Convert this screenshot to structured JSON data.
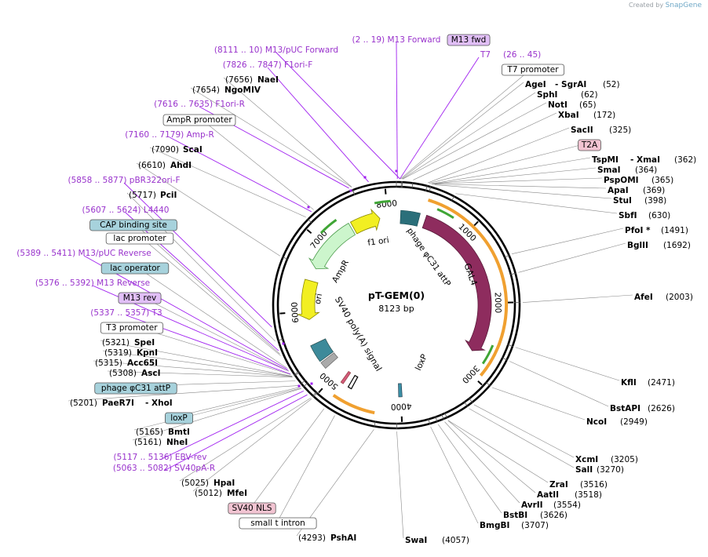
{
  "brand": {
    "created_by": "Created by",
    "name": "SnapGene"
  },
  "plasmid": {
    "name": "pT-GEM(0)",
    "size": "8123 bp"
  },
  "colors": {
    "primer": "#9933cc",
    "enzyme": "#000000",
    "line": "#777777",
    "accent": "#a020f0"
  },
  "ticks": [
    "1000",
    "2000",
    "3000",
    "4000",
    "5000",
    "6000",
    "7000",
    "8000"
  ],
  "features": [
    {
      "name": "GAL4",
      "label": "GAL4",
      "color": "#8e2c5e",
      "dir": "cw"
    },
    {
      "name": "phage-phic31-attp-feature",
      "label": "phage φC31 attP",
      "color": "#2b6f7a",
      "dir": "none"
    },
    {
      "name": "f1-ori-feature",
      "label": "f1 ori",
      "color": "#f2ef22",
      "dir": "cw"
    },
    {
      "name": "ampr-feature",
      "label": "AmpR",
      "color": "#ccf5cc",
      "dir": "ccw"
    },
    {
      "name": "ori-feature",
      "label": "ori",
      "color": "#f2ef22",
      "dir": "ccw"
    },
    {
      "name": "sv40-polya-feature",
      "label": "SV40 poly(A) signal",
      "color": "#aaaaaa",
      "dir": "none"
    },
    {
      "name": "loxp-feature",
      "label": "loxP",
      "color": "#3b8fa5",
      "dir": "none"
    }
  ],
  "labels": [
    {
      "text": "(2 .. 19)  M13 Forward",
      "kind": "primer"
    },
    {
      "text": "M13 fwd",
      "kind": "box-purple"
    },
    {
      "text": "(8111 .. 10)  M13/pUC Forward",
      "kind": "primer"
    },
    {
      "text": "T7",
      "kind": "primer-right"
    },
    {
      "text": "(26 .. 45)",
      "kind": "primer"
    },
    {
      "text": "(7826 .. 7847)  F1ori-F",
      "kind": "primer"
    },
    {
      "text": "T7 promoter",
      "kind": "box-white"
    },
    {
      "text": "(7656)",
      "kind": "num"
    },
    {
      "text": "NaeI",
      "kind": "enzyme"
    },
    {
      "text": "AgeI",
      "kind": "enzyme"
    },
    {
      "text": "-  SgrAI",
      "kind": "enzyme"
    },
    {
      "text": "(52)",
      "kind": "num"
    },
    {
      "text": "(7654)",
      "kind": "num"
    },
    {
      "text": "NgoMIV",
      "kind": "enzyme"
    },
    {
      "text": "SphI",
      "kind": "enzyme"
    },
    {
      "text": "(62)",
      "kind": "num"
    },
    {
      "text": "(7616 .. 7635)  F1ori-R",
      "kind": "primer"
    },
    {
      "text": "NotI",
      "kind": "enzyme"
    },
    {
      "text": "(65)",
      "kind": "num"
    },
    {
      "text": "AmpR promoter",
      "kind": "box-white"
    },
    {
      "text": "XbaI",
      "kind": "enzyme"
    },
    {
      "text": "(172)",
      "kind": "num"
    },
    {
      "text": "SacII",
      "kind": "enzyme"
    },
    {
      "text": "(325)",
      "kind": "num"
    },
    {
      "text": "(7160 .. 7179)  Amp-R",
      "kind": "primer"
    },
    {
      "text": "T2A",
      "kind": "box-pink"
    },
    {
      "text": "(7090)",
      "kind": "num"
    },
    {
      "text": "ScaI",
      "kind": "enzyme"
    },
    {
      "text": "TspMI",
      "kind": "enzyme"
    },
    {
      "text": "-  XmaI",
      "kind": "enzyme"
    },
    {
      "text": "(362)",
      "kind": "num"
    },
    {
      "text": "(6610)",
      "kind": "num"
    },
    {
      "text": "AhdI",
      "kind": "enzyme"
    },
    {
      "text": "SmaI",
      "kind": "enzyme"
    },
    {
      "text": "(364)",
      "kind": "num"
    },
    {
      "text": "(5858 .. 5877)  pBR322ori-F",
      "kind": "primer"
    },
    {
      "text": "PspOMI",
      "kind": "enzyme"
    },
    {
      "text": "(365)",
      "kind": "num"
    },
    {
      "text": "(5717)",
      "kind": "num"
    },
    {
      "text": "PciI",
      "kind": "enzyme"
    },
    {
      "text": "ApaI",
      "kind": "enzyme"
    },
    {
      "text": "(369)",
      "kind": "num"
    },
    {
      "text": "StuI",
      "kind": "enzyme"
    },
    {
      "text": "(398)",
      "kind": "num"
    },
    {
      "text": "(5607 .. 5624)  L4440",
      "kind": "primer"
    },
    {
      "text": "SbfI",
      "kind": "enzyme"
    },
    {
      "text": "(630)",
      "kind": "num"
    },
    {
      "text": "CAP binding site",
      "kind": "box-teal"
    },
    {
      "text": "PfoI *",
      "kind": "enzyme"
    },
    {
      "text": "(1491)",
      "kind": "num"
    },
    {
      "text": "lac promoter",
      "kind": "box-white"
    },
    {
      "text": "BglII",
      "kind": "enzyme"
    },
    {
      "text": "(1692)",
      "kind": "num"
    },
    {
      "text": "(5389 .. 5411)  M13/pUC Reverse",
      "kind": "primer"
    },
    {
      "text": "lac operator",
      "kind": "box-teal"
    },
    {
      "text": "(5376 .. 5392)  M13 Reverse",
      "kind": "primer"
    },
    {
      "text": "AfeI",
      "kind": "enzyme"
    },
    {
      "text": "(2003)",
      "kind": "num"
    },
    {
      "text": "M13 rev",
      "kind": "box-purple"
    },
    {
      "text": "(5337 .. 5357)  T3",
      "kind": "primer"
    },
    {
      "text": "T3 promoter",
      "kind": "box-white"
    },
    {
      "text": "(5321)",
      "kind": "num"
    },
    {
      "text": "SpeI",
      "kind": "enzyme"
    },
    {
      "text": "(5319)",
      "kind": "num"
    },
    {
      "text": "KpnI",
      "kind": "enzyme"
    },
    {
      "text": "(5315)",
      "kind": "num"
    },
    {
      "text": "Acc65I",
      "kind": "enzyme"
    },
    {
      "text": "(5308)",
      "kind": "num"
    },
    {
      "text": "AscI",
      "kind": "enzyme"
    },
    {
      "text": "KflI",
      "kind": "enzyme"
    },
    {
      "text": "(2471)",
      "kind": "num"
    },
    {
      "text": "phage φC31 attP",
      "kind": "box-teal"
    },
    {
      "text": "(5201)",
      "kind": "num"
    },
    {
      "text": "PaeR7I",
      "kind": "enzyme"
    },
    {
      "text": "-  XhoI",
      "kind": "enzyme"
    },
    {
      "text": "BstAPI",
      "kind": "enzyme"
    },
    {
      "text": "(2626)",
      "kind": "num"
    },
    {
      "text": "loxP",
      "kind": "box-teal"
    },
    {
      "text": "NcoI",
      "kind": "enzyme"
    },
    {
      "text": "(2949)",
      "kind": "num"
    },
    {
      "text": "(5165)",
      "kind": "num"
    },
    {
      "text": "BmtI",
      "kind": "enzyme"
    },
    {
      "text": "(5161)",
      "kind": "num"
    },
    {
      "text": "NheI",
      "kind": "enzyme"
    },
    {
      "text": "XcmI",
      "kind": "enzyme"
    },
    {
      "text": "(3205)",
      "kind": "num"
    },
    {
      "text": "(5117 .. 5136)  EBV-rev",
      "kind": "primer"
    },
    {
      "text": "SalI",
      "kind": "enzyme"
    },
    {
      "text": "(3270)",
      "kind": "num"
    },
    {
      "text": "(5063 .. 5082)  SV40pA-R",
      "kind": "primer"
    },
    {
      "text": "ZraI",
      "kind": "enzyme"
    },
    {
      "text": "(3516)",
      "kind": "num"
    },
    {
      "text": "(5025)",
      "kind": "num"
    },
    {
      "text": "HpaI",
      "kind": "enzyme"
    },
    {
      "text": "AatII",
      "kind": "enzyme"
    },
    {
      "text": "(3518)",
      "kind": "num"
    },
    {
      "text": "(5012)",
      "kind": "num"
    },
    {
      "text": "MfeI",
      "kind": "enzyme"
    },
    {
      "text": "AvrII",
      "kind": "enzyme"
    },
    {
      "text": "(3554)",
      "kind": "num"
    },
    {
      "text": "SV40 NLS",
      "kind": "box-pink"
    },
    {
      "text": "BstBI",
      "kind": "enzyme"
    },
    {
      "text": "(3626)",
      "kind": "num"
    },
    {
      "text": "small t intron",
      "kind": "box-white"
    },
    {
      "text": "BmgBI",
      "kind": "enzyme"
    },
    {
      "text": "(3707)",
      "kind": "num"
    },
    {
      "text": "(4293)",
      "kind": "num"
    },
    {
      "text": "PshAI",
      "kind": "enzyme"
    },
    {
      "text": "SwaI",
      "kind": "enzyme"
    },
    {
      "text": "(4057)",
      "kind": "num"
    }
  ]
}
